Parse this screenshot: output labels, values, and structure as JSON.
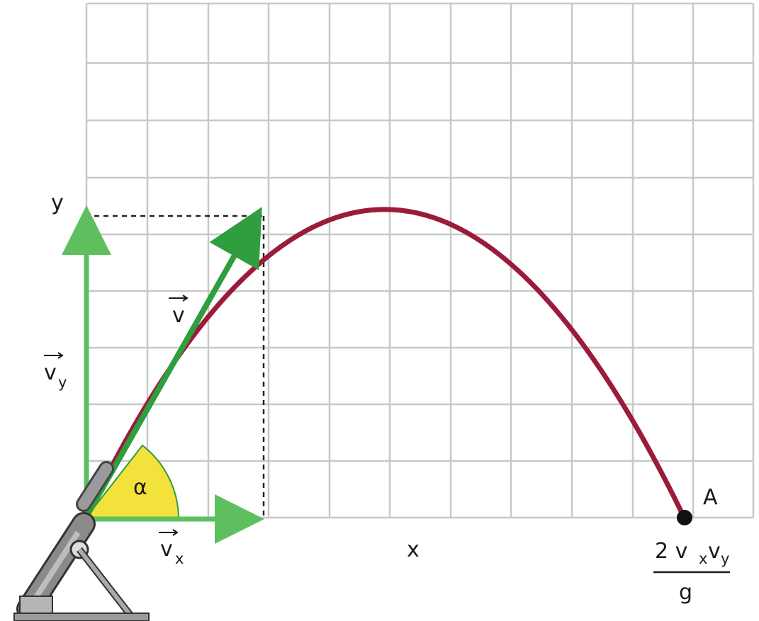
{
  "labels": {
    "y_axis": "y",
    "x_axis": "x",
    "velocity": "v",
    "velocity_y": "v",
    "velocity_y_sub": "y",
    "velocity_x": "v",
    "velocity_x_sub": "x",
    "angle": "α",
    "landing_point": "A",
    "range_num_coef": "2 v",
    "range_num_sub1": "x",
    "range_num_mid": "v",
    "range_num_sub2": "y",
    "range_den": "g"
  },
  "colors": {
    "grid": "#c8c8c8",
    "trajectory": "#9b1b3b",
    "vectors": "#2e9e3e",
    "vectors_light": "#5fbf5f",
    "angle_fill": "#f4e23c",
    "point": "#111111",
    "dashed": "#222222",
    "cannon": "#666666"
  },
  "icons": {
    "launcher": "mortar-cannon-icon"
  }
}
